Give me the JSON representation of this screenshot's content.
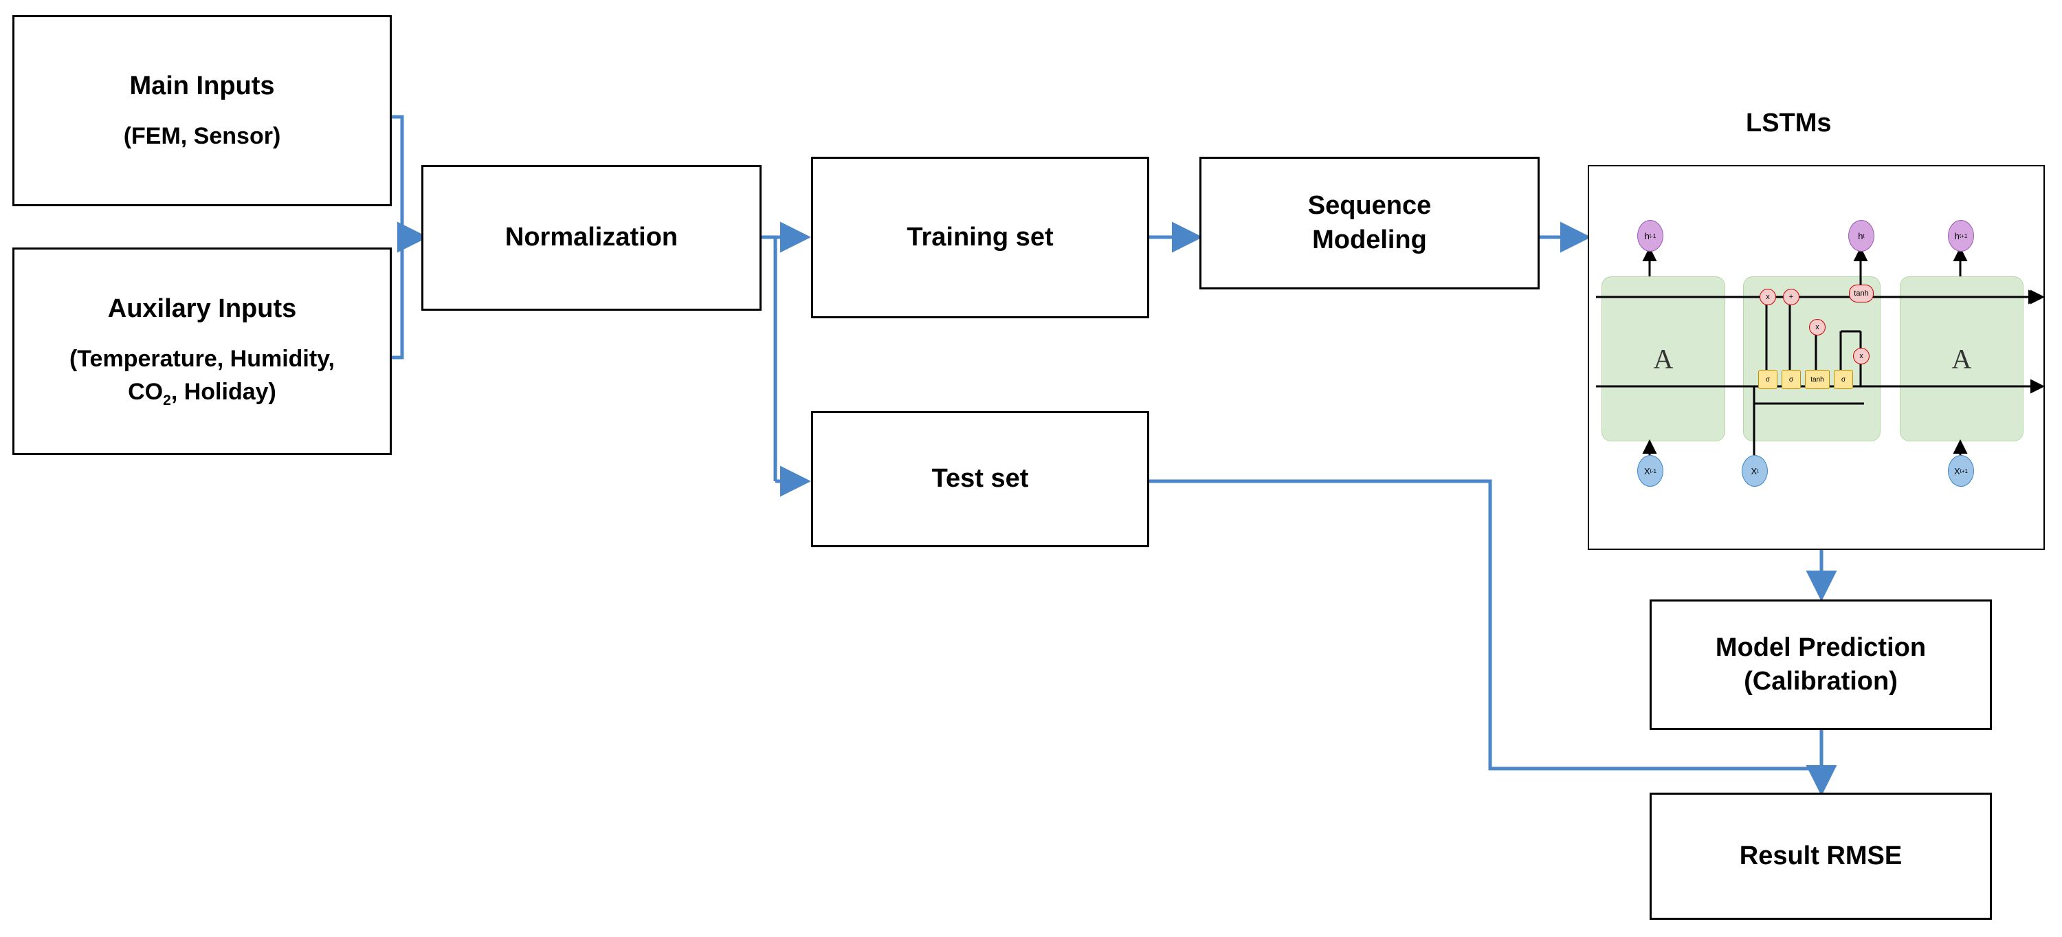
{
  "diagram": {
    "type": "flowchart",
    "title": "LSTM calibration workflow",
    "accent_arrow_color": "#4a86c8",
    "nodes": {
      "main_inputs": {
        "title": "Main Inputs",
        "sub": "(FEM, Sensor)"
      },
      "auxiliary_inputs": {
        "title": "Auxilary Inputs",
        "sub_line1": "(Temperature, Humidity,",
        "sub_line2": "CO",
        "sub_line2_sub": "2",
        "sub_line2_rest": ", Holiday)"
      },
      "normalization": {
        "title": "Normalization"
      },
      "training_set": {
        "title": "Training set"
      },
      "test_set": {
        "title": "Test set"
      },
      "sequence_modeling": {
        "line1": "Sequence",
        "line2": "Modeling"
      },
      "model_prediction": {
        "line1": "Model Prediction",
        "line2": "(Calibration)"
      },
      "result_rmse": {
        "title": "Result RMSE"
      }
    },
    "lstm": {
      "label": "LSTMs",
      "cells": [
        "A",
        "A"
      ],
      "outputs": [
        "h",
        "h",
        "h"
      ],
      "output_subs": [
        "t-1",
        "t",
        "t+1"
      ],
      "inputs": [
        "X",
        "X",
        "X"
      ],
      "input_subs": [
        "t-1",
        "t",
        "t+1"
      ],
      "gates": [
        "σ",
        "σ",
        "tanh",
        "σ"
      ],
      "ops": [
        "x",
        "+",
        "x",
        "x",
        "tanh"
      ]
    }
  }
}
